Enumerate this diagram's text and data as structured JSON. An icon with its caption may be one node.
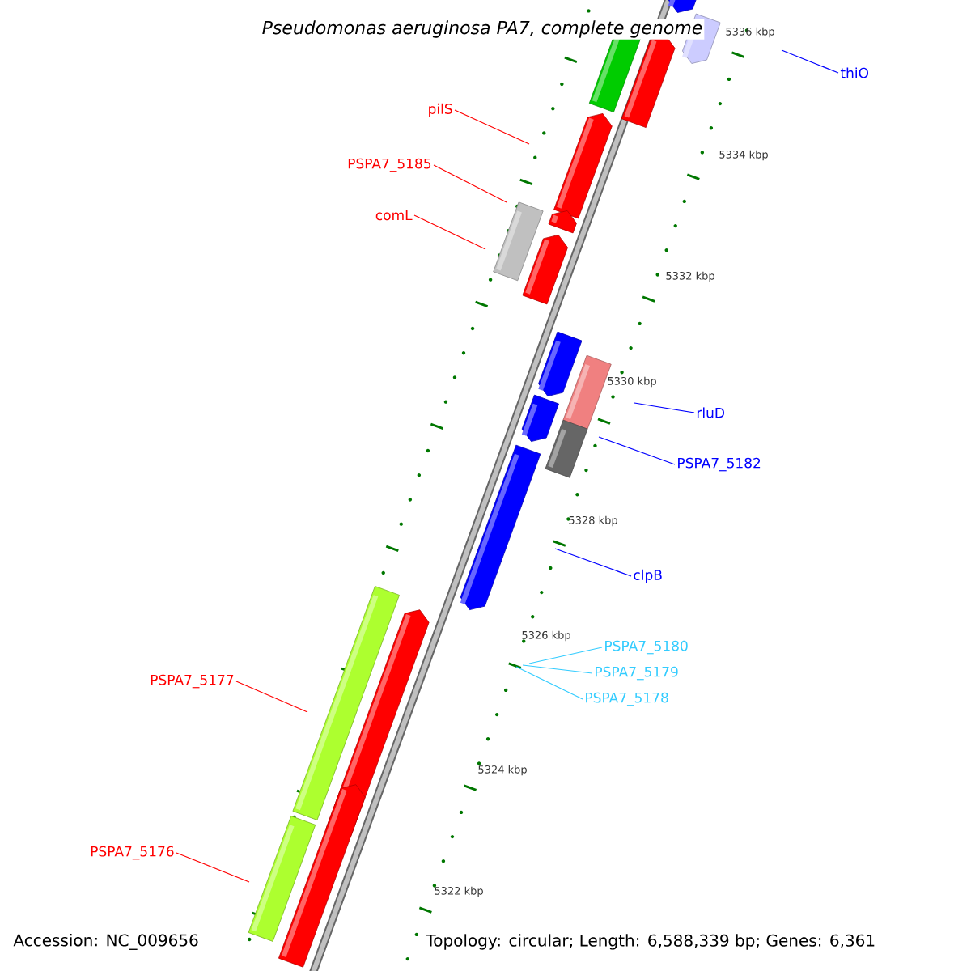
{
  "diagram": {
    "title": "Pseudomonas aeruginosa PA7, complete genome",
    "nodes": [
      {
        "text": [
          "pilS"
        ]
      },
      {
        "text": [
          "PSPA7_5185"
        ]
      },
      {
        "text": [
          "comL"
        ]
      },
      {
        "text": [
          "thiO"
        ]
      },
      {
        "text": [
          "rluD"
        ]
      },
      {
        "text": [
          "PSPA7_5182"
        ]
      },
      {
        "text": [
          "clpB"
        ]
      },
      {
        "text": [
          "PSPA7_5180"
        ]
      },
      {
        "text": [
          "PSPA7_5179"
        ]
      },
      {
        "text": [
          "PSPA7_5178"
        ]
      },
      {
        "text": [
          "PSPA7_5177"
        ]
      },
      {
        "text": [
          "PSPA7_5176"
        ]
      }
    ],
    "edges": [
      {
        "from": 0,
        "to": null,
        "arrow": "none"
      },
      {
        "from": 1,
        "to": null,
        "arrow": "none"
      },
      {
        "from": 2,
        "to": null,
        "arrow": "none"
      },
      {
        "from": 3,
        "to": null,
        "arrow": "none",
        "color": "#0000ff"
      },
      {
        "from": 4,
        "to": null,
        "arrow": "none",
        "color": "#0000ff"
      },
      {
        "from": 5,
        "to": null,
        "arrow": "none",
        "color": "#0000ff"
      },
      {
        "from": 6,
        "to": null,
        "arrow": "none",
        "color": "#0000ff"
      },
      {
        "from": 7,
        "to": null,
        "arrow": "none",
        "color": "#33ccff"
      },
      {
        "from": 8,
        "to": null,
        "arrow": "none",
        "color": "#33ccff"
      },
      {
        "from": 9,
        "to": null,
        "arrow": "none",
        "color": "#33ccff"
      },
      {
        "from": 10,
        "to": null,
        "arrow": "none"
      },
      {
        "from": 11,
        "to": null,
        "arrow": "none"
      }
    ],
    "labels": [
      "5336 kbp",
      "5334 kbp",
      "5332 kbp",
      "5330 kbp",
      "5328 kbp",
      "5326 kbp",
      "5324 kbp",
      "5322 kbp",
      "Accession: NC_009656",
      "Topology: circular; Length: 6,588,339 bp; Genes: 6,361"
    ]
  }
}
